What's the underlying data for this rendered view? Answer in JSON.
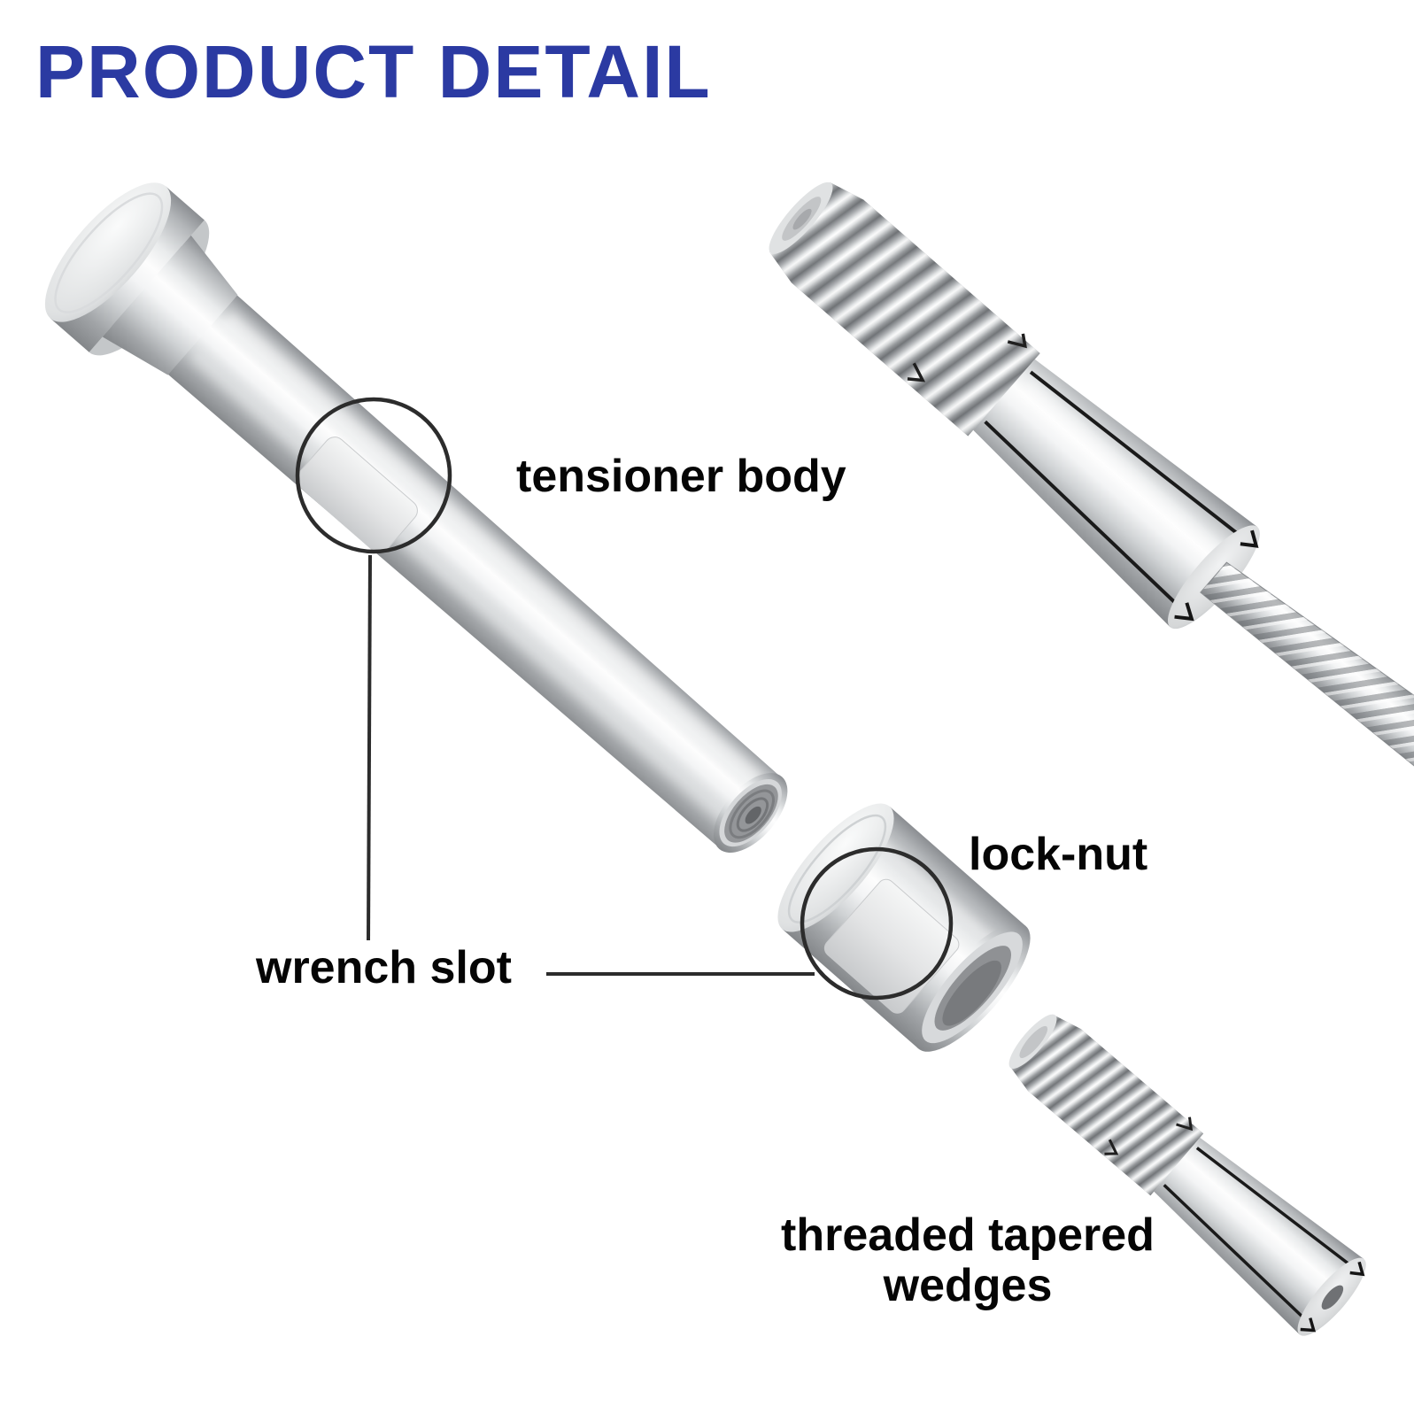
{
  "header": {
    "title": "PRODUCT DETAIL"
  },
  "labels": {
    "tensioner_body": "tensioner body",
    "lock_nut": "lock-nut",
    "wrench_slot": "wrench slot",
    "wedges_line1": "threaded tapered",
    "wedges_line2": "wedges"
  },
  "diagram": {
    "parts": [
      "tensioner body with flat head and internal-thread open end",
      "threaded tapered wedges holding twisted wire cable",
      "lock-nut with wrench flat",
      "threaded tapered wedges (loose)"
    ],
    "annotations": [
      {
        "shape": "circle",
        "target": "wrench slot on tensioner body",
        "leader": "vertical line to wrench slot label"
      },
      {
        "shape": "circle",
        "target": "wrench slot on lock-nut",
        "leader": "horizontal line from wrench slot label"
      }
    ]
  },
  "colors": {
    "background": "#ffffff",
    "title": "#2b3aa2",
    "label_text": "#050505",
    "callout_stroke": "#2c2c2c",
    "metal_highlight": "#fdfdfd",
    "metal_shadow": "#85888b"
  }
}
